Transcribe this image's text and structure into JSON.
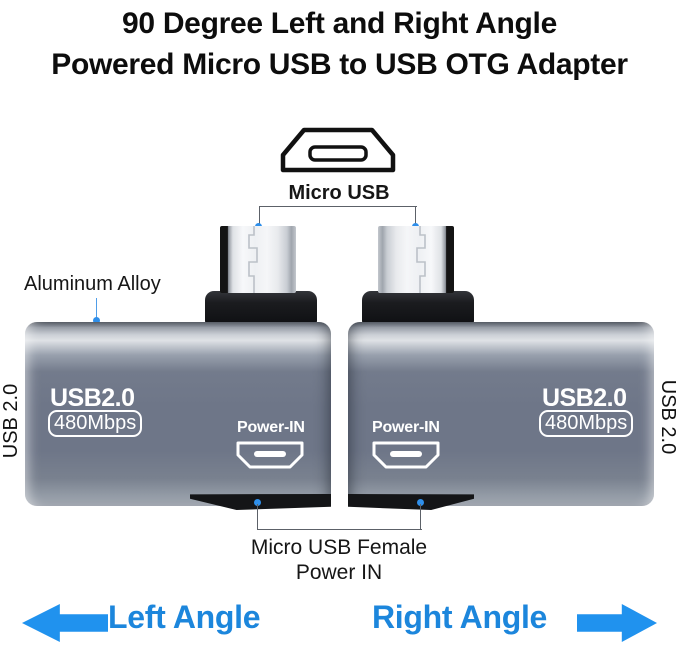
{
  "title": {
    "line1": "90 Degree Left and Right Angle",
    "line2": "Powered Micro USB to USB OTG Adapter"
  },
  "top_callout": {
    "label": "Micro USB"
  },
  "left_callout": {
    "label": "Aluminum Alloy"
  },
  "adapter_left": {
    "usb": "USB2.0",
    "speed": "480Mbps",
    "power": "Power-IN",
    "side": "USB 2.0"
  },
  "adapter_right": {
    "usb": "USB2.0",
    "speed": "480Mbps",
    "power": "Power-IN",
    "side": "USB 2.0"
  },
  "bottom_callout": {
    "line1": "Micro USB Female",
    "line2": "Power IN"
  },
  "footer": {
    "left": "Left Angle",
    "right": "Right Angle"
  },
  "colors": {
    "accent_blue_text": "#1c86dc",
    "accent_blue_arrow": "#2092ee",
    "callout_dot_blue": "#2f8fea",
    "body_gray": "#6e7688",
    "line_gray": "#5c6168"
  }
}
